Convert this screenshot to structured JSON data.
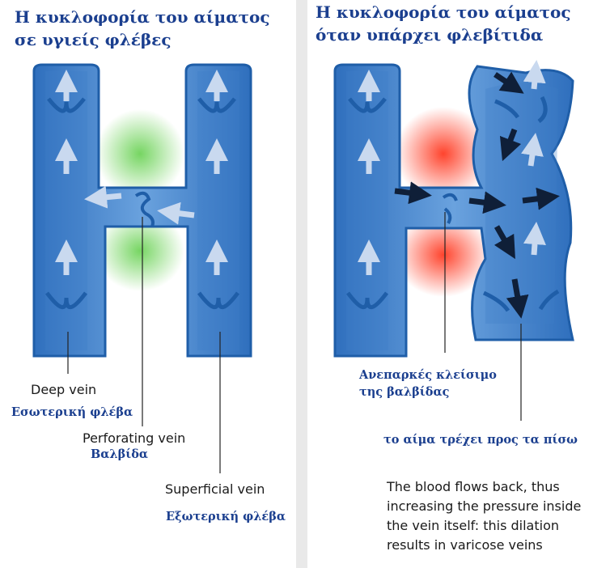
{
  "left_panel": {
    "title_line1": "Η κυκλοφορία του αίματος",
    "title_line2": "σε υγιείς φλέβες",
    "deep_vein_en": "Deep vein",
    "deep_vein_gr": "Εσωτερική φλέβα",
    "perforating_vein_en": "Perforating vein",
    "perforating_vein_gr": "Βαλβίδα",
    "superficial_vein_en": "Superficial vein",
    "superficial_vein_gr": "Εξωτερική φλέβα",
    "glow_color": "#7fd36a"
  },
  "right_panel": {
    "title_line1": "Η κυκλοφορία του αίματος",
    "title_line2": "όταν υπάρχει φλεβίτιδα",
    "valve_label_line1": "Ανεπαρκές κλείσιμο",
    "valve_label_line2": "της βαλβίδας",
    "backflow_gr": "το αίμα τρέχει προς τα πίσω",
    "note_line1": "The blood flows back, thus",
    "note_line2": "increasing the pressure inside",
    "note_line3": "the vein itself: this dilation",
    "note_line4": "results in varicose veins",
    "glow_color": "#ff5a3c"
  },
  "colors": {
    "vein_light": "#5b95d6",
    "vein_dark": "#1f5ea8",
    "arrow_up": "#b9cdea",
    "arrow_back": "#12233f",
    "label_blue": "#1b3f8f"
  }
}
